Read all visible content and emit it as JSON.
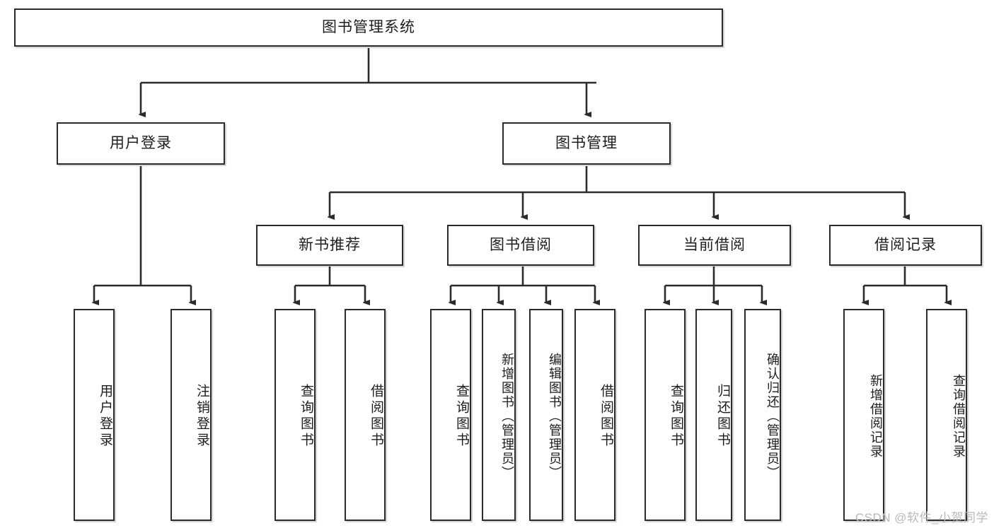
{
  "diagram": {
    "title": "图书管理系统",
    "type": "tree-hierarchy",
    "root": {
      "id": "root",
      "label": "图书管理系统"
    },
    "level2": [
      {
        "id": "user-login",
        "label": "用户登录"
      },
      {
        "id": "book-manage",
        "label": "图书管理"
      }
    ],
    "level3": [
      {
        "id": "new-book-recommend",
        "label": "新书推荐",
        "parent": "book-manage"
      },
      {
        "id": "book-borrow",
        "label": "图书借阅",
        "parent": "book-manage"
      },
      {
        "id": "current-borrow",
        "label": "当前借阅",
        "parent": "book-manage"
      },
      {
        "id": "borrow-record",
        "label": "借阅记录",
        "parent": "book-manage"
      }
    ],
    "leaves": [
      {
        "id": "leaf-user-login",
        "label": "用户登录",
        "parent": "user-login"
      },
      {
        "id": "leaf-logout",
        "label": "注销登录",
        "parent": "user-login"
      },
      {
        "id": "leaf-query-book-1",
        "label": "查询图书",
        "parent": "new-book-recommend"
      },
      {
        "id": "leaf-borrow-book-1",
        "label": "借阅图书",
        "parent": "new-book-recommend"
      },
      {
        "id": "leaf-query-book-2",
        "label": "查询图书",
        "parent": "book-borrow"
      },
      {
        "id": "leaf-add-book",
        "label": "新增图书（管理员）",
        "parent": "book-borrow"
      },
      {
        "id": "leaf-edit-book",
        "label": "编辑图书（管理员）",
        "parent": "book-borrow"
      },
      {
        "id": "leaf-borrow-book-2",
        "label": "借阅图书",
        "parent": "book-borrow"
      },
      {
        "id": "leaf-query-book-3",
        "label": "查询图书",
        "parent": "current-borrow"
      },
      {
        "id": "leaf-return-book",
        "label": "归还图书",
        "parent": "current-borrow"
      },
      {
        "id": "leaf-confirm-return",
        "label": "确认归还（管理员）",
        "parent": "current-borrow"
      },
      {
        "id": "leaf-add-record",
        "label": "新增借阅记录",
        "parent": "borrow-record"
      },
      {
        "id": "leaf-query-record",
        "label": "查询借阅记录",
        "parent": "borrow-record"
      }
    ]
  },
  "watermark": {
    "text": "CSDN @软件_小贺同学"
  },
  "colors": {
    "stroke": "#2b2b2b",
    "text": "#1d1d1d",
    "background": "#ffffff",
    "watermark": "#b9b9b9"
  }
}
